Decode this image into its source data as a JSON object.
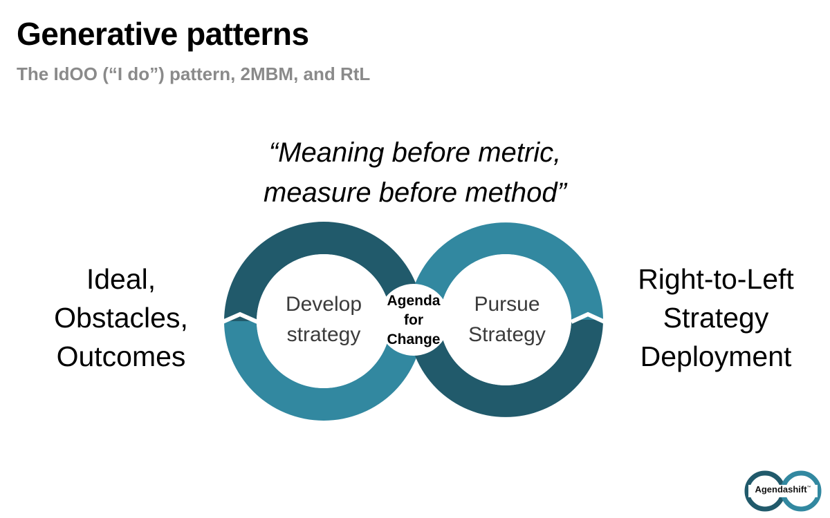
{
  "header": {
    "title": "Generative patterns",
    "subtitle": "The IdOO (“I do”) pattern, 2MBM, and RtL"
  },
  "quote": {
    "line1": "“Meaning before metric,",
    "line2": "measure before method”"
  },
  "left_label": {
    "line1": "Ideal,",
    "line2": "Obstacles,",
    "line3": "Outcomes"
  },
  "right_label": {
    "line1": "Right-to-Left",
    "line2": "Strategy",
    "line3": "Deployment"
  },
  "loop": {
    "left": {
      "line1": "Develop",
      "line2": "strategy"
    },
    "right": {
      "line1": "Pursue",
      "line2": "Strategy"
    },
    "center": {
      "line1": "Agenda",
      "line2": "for",
      "line3": "Change"
    },
    "colors": {
      "dark": "#215a6b",
      "light": "#3288a0"
    }
  },
  "logo": {
    "name": "Agendashift",
    "mark": "™"
  }
}
